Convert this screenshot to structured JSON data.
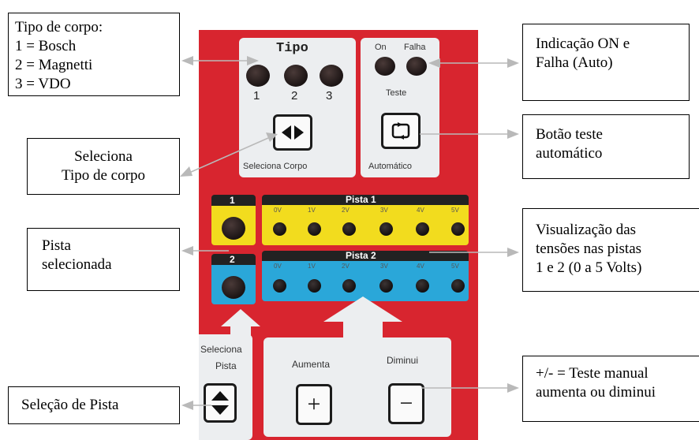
{
  "panel": {
    "tipo_label": "Tipo",
    "tipo_numbers": [
      "1",
      "2",
      "3"
    ],
    "on_label": "On",
    "falha_label": "Falha",
    "teste_label": "Teste",
    "seleciona_corpo_label": "Seleciona Corpo",
    "automatico_label": "Automático",
    "pista1": {
      "number": "1",
      "title": "Pista 1",
      "voltages": [
        "0V",
        "1V",
        "2V",
        "3V",
        "4V",
        "5V"
      ]
    },
    "pista2": {
      "number": "2",
      "title": "Pista 2",
      "voltages": [
        "0V",
        "1V",
        "2V",
        "3V",
        "4V",
        "5V"
      ]
    },
    "seleciona_pista_line1": "Seleciona",
    "seleciona_pista_line2": "Pista",
    "aumenta_label": "Aumenta",
    "diminui_label": "Diminui",
    "plus_symbol": "+",
    "minus_symbol": "−"
  },
  "callouts": {
    "tipo_corpo": [
      "Tipo de corpo:",
      "1 = Bosch",
      "2 = Magnetti",
      "3 = VDO"
    ],
    "seleciona_tipo": [
      "Seleciona",
      "Tipo de corpo"
    ],
    "pista_selecionada": [
      "Pista",
      "selecionada"
    ],
    "selecao_pista": [
      "Seleção de Pista"
    ],
    "indicacao_on": [
      "Indicação ON e",
      "Falha (Auto)"
    ],
    "botao_teste": [
      "Botão teste",
      "automático"
    ],
    "visualizacao": [
      "Visualização das",
      "tensões nas pistas",
      "1 e 2 (0 a 5 Volts)"
    ],
    "teste_manual": [
      "+/- = Teste manual",
      "aumenta ou diminui"
    ]
  },
  "colors": {
    "panel": "#d8252f",
    "pista1": "#f2dc1e",
    "pista2": "#2aa7d9",
    "arrow": "#b9b9b9"
  }
}
